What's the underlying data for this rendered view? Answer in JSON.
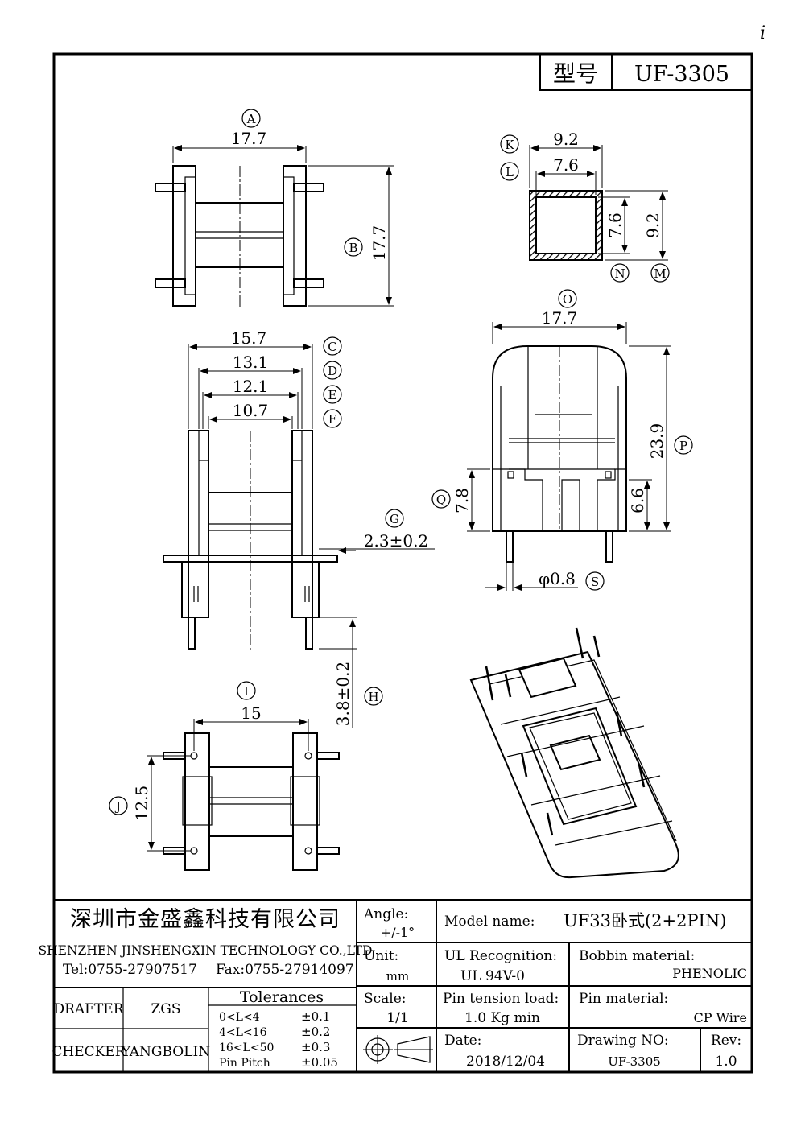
{
  "page_mark": "i",
  "header": {
    "model_label": "型号",
    "model_value": "UF-3305"
  },
  "views": {
    "top": {
      "A": {
        "tag": "A",
        "value": "17.7"
      },
      "B": {
        "tag": "B",
        "value": "17.7"
      }
    },
    "core": {
      "K": {
        "tag": "K",
        "value": "9.2"
      },
      "L": {
        "tag": "L",
        "value": "7.6"
      },
      "N": {
        "tag": "N",
        "value": "7.6"
      },
      "M": {
        "tag": "M",
        "value": "9.2"
      }
    },
    "front": {
      "C": {
        "tag": "C",
        "value": "15.7"
      },
      "D": {
        "tag": "D",
        "value": "13.1"
      },
      "E": {
        "tag": "E",
        "value": "12.1"
      },
      "F": {
        "tag": "F",
        "value": "10.7"
      },
      "G": {
        "tag": "G",
        "value": "2.3±0.2"
      },
      "H": {
        "tag": "H",
        "value": "3.8±0.2"
      }
    },
    "side": {
      "O": {
        "tag": "O",
        "value": "17.7"
      },
      "P": {
        "tag": "P",
        "value": "23.9"
      },
      "Q": {
        "tag": "Q",
        "value": "7.8"
      },
      "R": {
        "value": "6.6"
      },
      "S": {
        "tag": "S",
        "value": "φ0.8"
      }
    },
    "bottom": {
      "I": {
        "tag": "I",
        "value": "15"
      },
      "J": {
        "tag": "J",
        "value": "12.5"
      }
    }
  },
  "title_block": {
    "company_cn": "深圳市金盛鑫科技有限公司",
    "company_en": "SHENZHEN JINSHENGXIN TECHNOLOGY CO.,LTD",
    "tel": "Tel:0755-27907517",
    "fax": "Fax:0755-27914097",
    "drafter_label": "DRAFTER",
    "drafter": "ZGS",
    "checker_label": "CHECKER",
    "checker": "YANGBOLIN",
    "tolerances_title": "Tolerances",
    "tolerances": [
      {
        "range": "0<L<4",
        "value": "±0.1"
      },
      {
        "range": "4<L<16",
        "value": "±0.2"
      },
      {
        "range": "16<L<50",
        "value": "±0.3"
      },
      {
        "range": "Pin Pitch",
        "value": "±0.05"
      }
    ],
    "angle_label": "Angle:",
    "angle_value": "+/-1°",
    "unit_label": "Unit:",
    "unit_value": "mm",
    "scale_label": "Scale:",
    "scale_value": "1/1",
    "model_name_label": "Model name:",
    "model_name_value": "UF33卧式(2+2PIN)",
    "ul_label": "UL Recognition:",
    "ul_value": "UL 94V-0",
    "bobbin_label": "Bobbin material:",
    "bobbin_value": "PHENOLIC",
    "pin_tension_label": "Pin tension load:",
    "pin_tension_value": "1.0 Kg min",
    "pin_material_label": "Pin material:",
    "pin_material_value": "CP Wire",
    "date_label": "Date:",
    "date_value": "2018/12/04",
    "drawing_no_label": "Drawing NO:",
    "drawing_no_value": "UF-3305",
    "rev_label": "Rev:",
    "rev_value": "1.0"
  }
}
